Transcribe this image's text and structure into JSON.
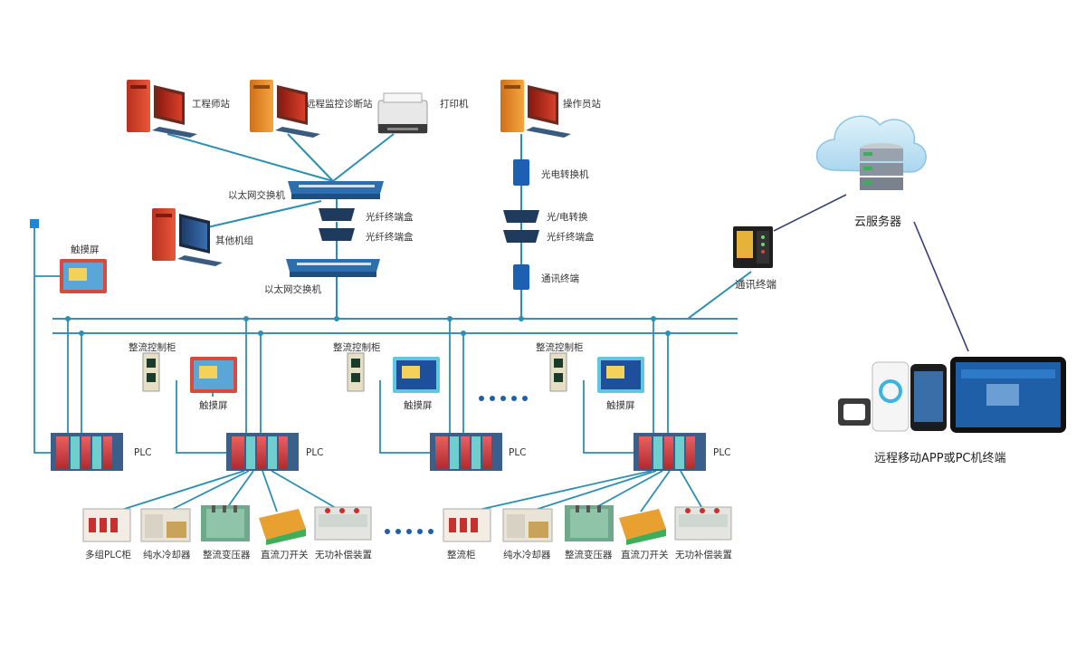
{
  "control_room": {
    "engineer_station": "工程师站",
    "remote_monitor_station": "远程监控诊断站",
    "printer": "打印机",
    "operator_station": "操作员站",
    "ethernet_switch_top": "以太网交换机",
    "other_unit": "其他机组",
    "fiber_transceiver_1": "光纤终端盒",
    "fiber_transceiver_2": "光纤终端盒",
    "ethernet_switch_bottom": "以太网交换机",
    "optical_converter_top": "光电转换机",
    "optical_converter_mid1": "光/电转换",
    "optical_converter_mid2": "光纤终端盒",
    "comm_terminal_left": "通讯终端"
  },
  "field": {
    "touchscreen_left": "触摸屏",
    "cabinets": [
      {
        "title": "整流控制柜",
        "hmi": "触摸屏",
        "plc": "PLC"
      },
      {
        "title": "整流控制柜",
        "hmi": "触摸屏",
        "plc": "PLC"
      },
      {
        "title": "整流控制柜",
        "hmi": "触摸屏",
        "plc": "PLC"
      }
    ],
    "main_plc": "PLC",
    "devices_left": [
      "多组PLC柜",
      "纯水冷却器",
      "整流变压器",
      "直流刀开关",
      "无功补偿装置"
    ],
    "devices_right": [
      "整流柜",
      "纯水冷却器",
      "整流变压器",
      "直流刀开关",
      "无功补偿装置"
    ]
  },
  "remote": {
    "cloud_server": "云服务器",
    "comm_terminal": "通讯终端",
    "app_terminal": "远程移动APP或PC机终端"
  },
  "colors": {
    "line": "#2b8fb0",
    "bus": "#3a8fc0",
    "switch": "#2d6fae",
    "tower_red": "#d9462c",
    "tower_orange": "#e8902a",
    "hmi_frame": "#d84a3c"
  }
}
